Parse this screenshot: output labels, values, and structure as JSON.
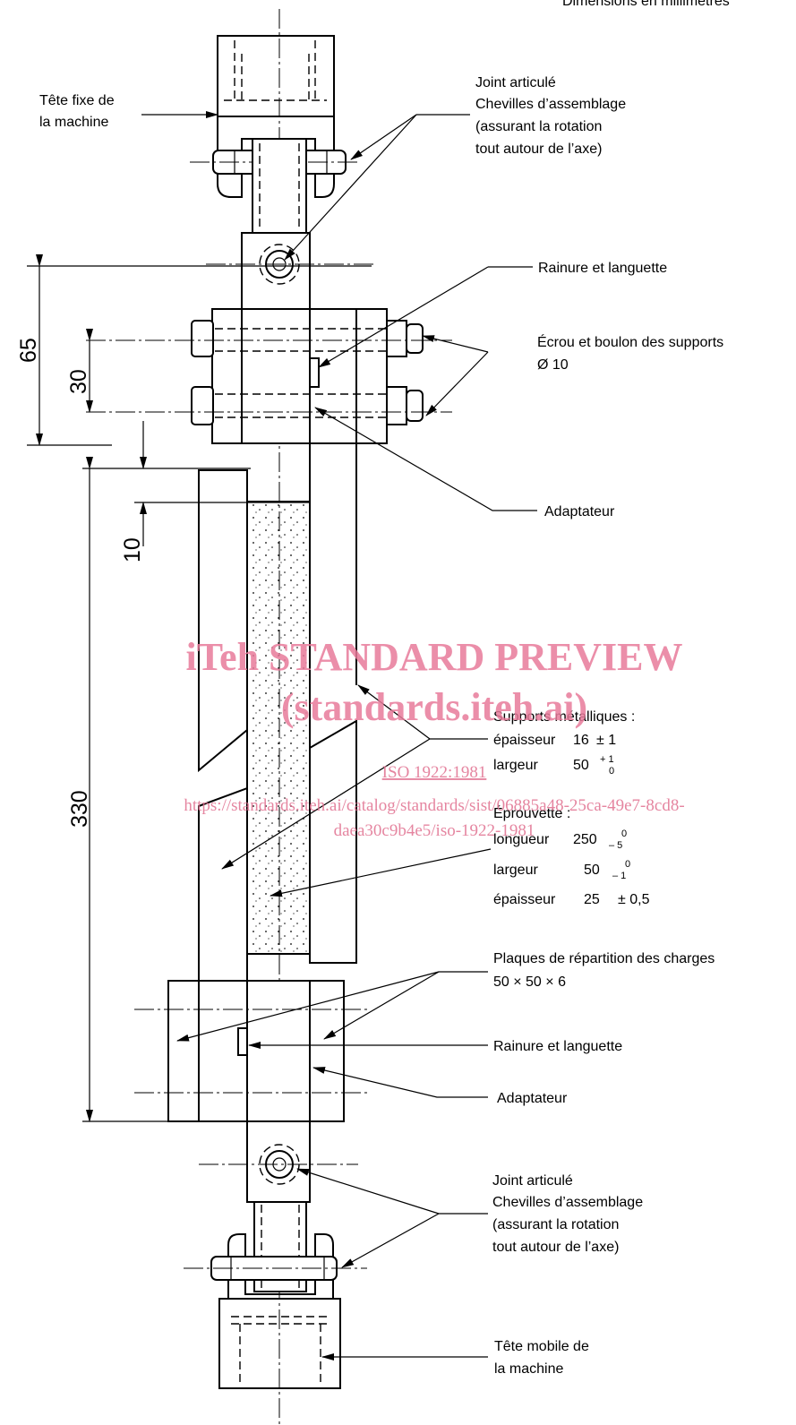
{
  "header": {
    "units_note": "Dimensions en millimètres"
  },
  "labels": {
    "fixed_head_1": "Tête fixe de",
    "fixed_head_2": "la machine",
    "top_joint_1": "Joint articulé",
    "top_joint_2": "Chevilles d’assemblage",
    "top_joint_3": "(assurant la rotation",
    "top_joint_4": "tout autour de l’axe)",
    "groove_top": "Rainure et languette",
    "nut_bolt_1": "Écrou et boulon des supports",
    "nut_bolt_2": "Ø 10",
    "adapter_top": "Adaptateur",
    "metal_supports": "Supports métalliques :",
    "sup_thickness_label": "épaisseur",
    "sup_thickness_value": "16",
    "sup_thickness_tol": "± 1",
    "sup_width_label": "largeur",
    "sup_width_value": "50",
    "sup_width_tol_upper": "+ 1",
    "sup_width_tol_lower": "0",
    "specimen": "Éprouvette :",
    "spec_length_label": "longueur",
    "spec_length_value": "250",
    "spec_length_tol_upper": "0",
    "spec_length_tol_lower": "– 5",
    "spec_width_label": "largeur",
    "spec_width_value": "50",
    "spec_width_tol_upper": "0",
    "spec_width_tol_lower": "– 1",
    "spec_thickness_label": "épaisseur",
    "spec_thickness_value": "25",
    "spec_thickness_tol": "± 0,5",
    "load_plates_1": "Plaques de répartition des charges",
    "load_plates_2": "50 × 50 × 6",
    "groove_bottom": "Rainure et languette",
    "adapter_bottom": "Adaptateur",
    "bottom_joint_1": "Joint articulé",
    "bottom_joint_2": "Chevilles d’assemblage",
    "bottom_joint_3": "(assurant la rotation",
    "bottom_joint_4": "tout autour de l’axe)",
    "mobile_head_1": "Tête mobile de",
    "mobile_head_2": "la machine"
  },
  "dimensions": {
    "d65": "65",
    "d30": "30",
    "d10": "10",
    "d330": "330"
  },
  "watermark": {
    "line1": "iTeh STANDARD PREVIEW",
    "line2": "(standards.iteh.ai)",
    "line3": "ISO 1922:1981",
    "line4": "https://standards.iteh.ai/catalog/standards/sist/06885a48-25ca-49e7-8cd8-",
    "line5": "daea30c9b4e5/iso-1922-1981",
    "color": "#e87a9a"
  }
}
